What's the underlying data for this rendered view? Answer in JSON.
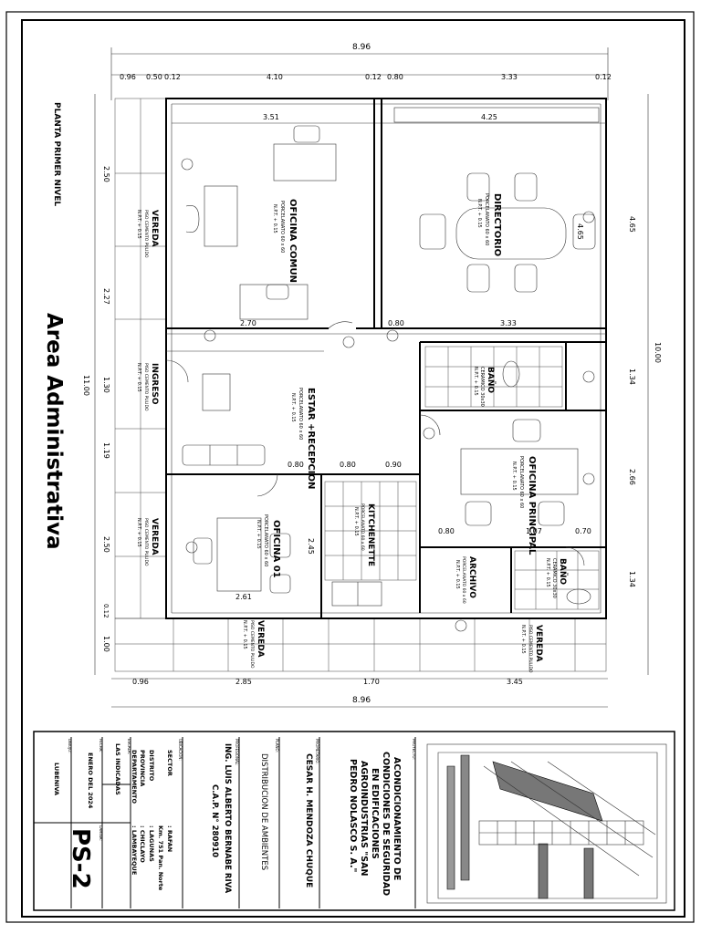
{
  "drawing": {
    "title": "Area Administrativa",
    "plan_label": "PLANTA PRIMER NIVEL",
    "dims": {
      "total_top": "8.96",
      "total_bottom": "8.96",
      "top_segments": [
        "0.96",
        "0.50",
        "0.12",
        "4.10",
        "0.12",
        "0.80",
        "3.33",
        "0.12"
      ],
      "bottom_segments": [
        "0.96",
        "2.85",
        "1.70",
        "3.45"
      ],
      "left_segments": [
        "2.50",
        "2.27",
        "1.30",
        "1.19",
        "2.50",
        "0.12",
        "1.00"
      ],
      "left_total": "11.00",
      "right_segments": [
        "4.65",
        "1.34",
        "2.66",
        "1.34"
      ],
      "right_total": "10.00",
      "inner": {
        "oficina_comun_w": "3.51",
        "directorio_w": "4.25",
        "directorio_h": "4.65",
        "directorio_bottom": "3.33",
        "estar_a": "2.70",
        "estar_b": "0.80",
        "kitch_a": "0.80",
        "kitch_b": "0.80",
        "kitch_c": "0.90",
        "of1_w": "2.61",
        "of1_h": "2.45",
        "ofp_a": "0.80",
        "ofp_b": "1.07",
        "ofp_c": "0.70"
      }
    },
    "rooms": [
      {
        "name": "OFICINA COMUN",
        "floor": "PORCELANATO 60 x 60",
        "level": "N.P.T. + 0.15"
      },
      {
        "name": "DIRECTORIO",
        "floor": "PORCELANATO 60 x 60",
        "level": "N.P.T. + 0.15"
      },
      {
        "name": "ESTAR +RECEPCION",
        "floor": "PORCELANATO 60 x 60",
        "level": "N.P.T. + 0.15"
      },
      {
        "name": "BAÑO",
        "floor": "CERAMICO 30x30",
        "level": "N.P.T. + 0.15"
      },
      {
        "name": "OFICINA PRINCIPAL",
        "floor": "PORCELANATO 60 x 60",
        "level": "N.P.T. + 0.15"
      },
      {
        "name": "KITCHENETTE",
        "floor": "PORCELANATO 60 x 60",
        "level": "N.P.T. + 0.15"
      },
      {
        "name": "OFICINA 01",
        "floor": "PORCELANATO 60 x 60",
        "level": "N.P.T. + 0.15"
      },
      {
        "name": "ARCHIVO",
        "floor": "PORCELANATO 60 x 60",
        "level": "N.P.T. + 0.15"
      },
      {
        "name": "BAÑO",
        "floor": "CERAMICO 30x30",
        "level": "N.P.T. + 0.15"
      }
    ],
    "exterior": [
      {
        "name": "VEREDA",
        "floor": "PISO CEMENTO PULIDO",
        "level": "N.P.T. + 0.15"
      },
      {
        "name": "INGRESO",
        "floor": "PISO CEMENTO PULIDO",
        "level": "N.P.T. + 0.15"
      },
      {
        "name": "VEREDA",
        "floor": "PISO CEMENTO PULIDO",
        "level": "N.P.T. + 0.15"
      },
      {
        "name": "VEREDA",
        "floor": "PISO CEMENTO PULIDO",
        "level": "N.P.T. + 0.15"
      },
      {
        "name": "VEREDA",
        "floor": "PISO CEMENTO PULIDO",
        "level": "N.P.T. + 0.15"
      }
    ]
  },
  "title_block": {
    "project_caption": "PROYECTO:",
    "project": [
      "ACONDICIONAMIENTO DE",
      "CONDICIONES DE SEGURIDAD",
      "EN EDIFICACIONES",
      "AGROINDUSTRIAS \"SAN",
      "PEDRO NOLASCO S. A.\""
    ],
    "owner_caption": "PROPIETARIO:",
    "owner": "CESAR H. MENDOZA CHUQUE",
    "plan_caption": "PLANO:",
    "plan": "DISTRIBUCION DE AMBIENTES",
    "professional_caption": "PROFESIONAL:",
    "professional": "ING. LUIS ALBERTO BERNABE RIVA",
    "cap": "C.A.P. N° 280910",
    "location_caption": "UBICACION:",
    "location": [
      {
        "label": "SECTOR",
        "value": ": RAFAN"
      },
      {
        "label": "",
        "value": "Km. 751 Pan. Norte"
      },
      {
        "label": "DISTRITO",
        "value": ": LAGUNAS"
      },
      {
        "label": "PROVINCIA",
        "value": ": CHICLAYO"
      },
      {
        "label": "DEPARTAMENTO",
        "value": ": LAMBAYEQUE"
      }
    ],
    "scale_caption": "ESCALA:",
    "scale": "LAS INDICADAS",
    "date_caption": "FECHA:",
    "date": "ENERO DEL 2024",
    "drawn_caption": "DIBUJO:",
    "drawn": "LUBENIVA",
    "sheet_caption": "LAMINA:",
    "sheet": "PS-2"
  }
}
